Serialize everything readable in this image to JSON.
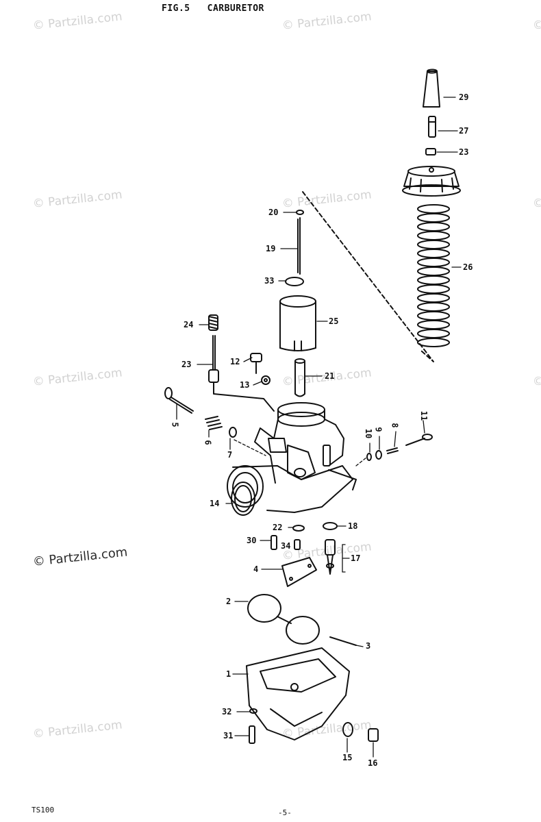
{
  "header": {
    "figure_title": "FIG.5   CARBURETOR"
  },
  "watermarks": [
    "© Partzilla.com",
    "© Partzilla.com",
    "© Partzilla.com",
    "© Partzilla.com",
    "© Partzilla.com",
    "© Partzilla.com",
    "© Partzilla.com",
    "© Partzilla.com",
    "© Partzilla.com",
    "© Partzilla.com",
    "© Partzilla.com",
    "© Partzilla.com"
  ],
  "watermark_dark": "© Partzilla.com",
  "callouts": {
    "n1": "1",
    "n2": "2",
    "n3": "3",
    "n4": "4",
    "n5": "5",
    "n6": "6",
    "n7": "7",
    "n8": "8",
    "n9": "9",
    "n10": "10",
    "n11": "11",
    "n12": "12",
    "n13": "13",
    "n14": "14",
    "n15": "15",
    "n16": "16",
    "n17": "17",
    "n18": "18",
    "n19": "19",
    "n20": "20",
    "n21": "21",
    "n22": "22",
    "n23a": "23",
    "n23b": "23",
    "n24": "24",
    "n25": "25",
    "n26": "26",
    "n27": "27",
    "n29": "29",
    "n30": "30",
    "n31": "31",
    "n32": "32",
    "n33": "33",
    "n34": "34"
  },
  "footer": {
    "model": "TS100",
    "page_number": "-5-"
  }
}
